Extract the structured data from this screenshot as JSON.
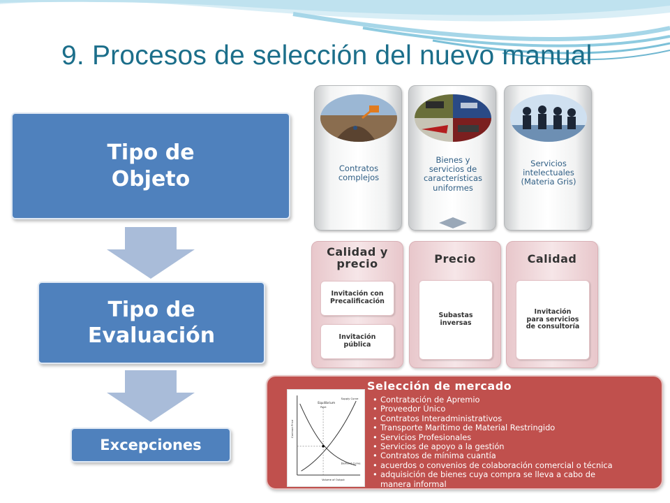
{
  "title": "9. Procesos de selección del nuevo manual",
  "colors": {
    "title": "#1b6e8a",
    "flow_box": "#4f81bd",
    "arrow": "#a9bcd9",
    "market": "#c0504d",
    "card_text": "#2f5e84"
  },
  "flow": {
    "objeto": "Tipo de\nObjeto",
    "evaluacion": "Tipo de\nEvaluación",
    "excepciones": "Excepciones"
  },
  "objetos": [
    {
      "label": "Contratos\ncomplejos",
      "image": "construction-photo"
    },
    {
      "label": "Bienes y\nservicios de\ncaracterísticas\nuniformes",
      "image": "tools-collage"
    },
    {
      "label": "Servicios\nintelectuales\n(Materia Gris)",
      "image": "meeting-photo"
    }
  ],
  "evaluacion": [
    {
      "header": "Calidad y\nprecio",
      "items": [
        "Invitación con\nPrecalificación",
        "Invitación\npública"
      ]
    },
    {
      "header": "Precio",
      "items": [
        "Subastas\ninversas"
      ]
    },
    {
      "header": "Calidad",
      "items": [
        "Invitación\npara servicios\nde consultoría"
      ]
    }
  ],
  "mercado": {
    "title": "Selección de mercado",
    "items": [
      "Contratación de Apremio",
      "Proveedor Único",
      "Contratos Interadministrativos",
      "Transporte Marítimo de Material Restringido",
      "Servicios Profesionales",
      "Servicios de apoyo a la gestión",
      "Contratos de mínima cuantía",
      "acuerdos o convenios de colaboración comercial o técnica",
      "adquisición de bienes cuya compra se lleva a cabo de\nmanera informal"
    ],
    "graph": {
      "supply_label": "Supply Curve",
      "demand_label": "Demand Curve",
      "equilibrium_label": "Equilibrium",
      "point_label": "Point",
      "y_label": "Contract Price",
      "x_label": "Volume of Output"
    }
  }
}
